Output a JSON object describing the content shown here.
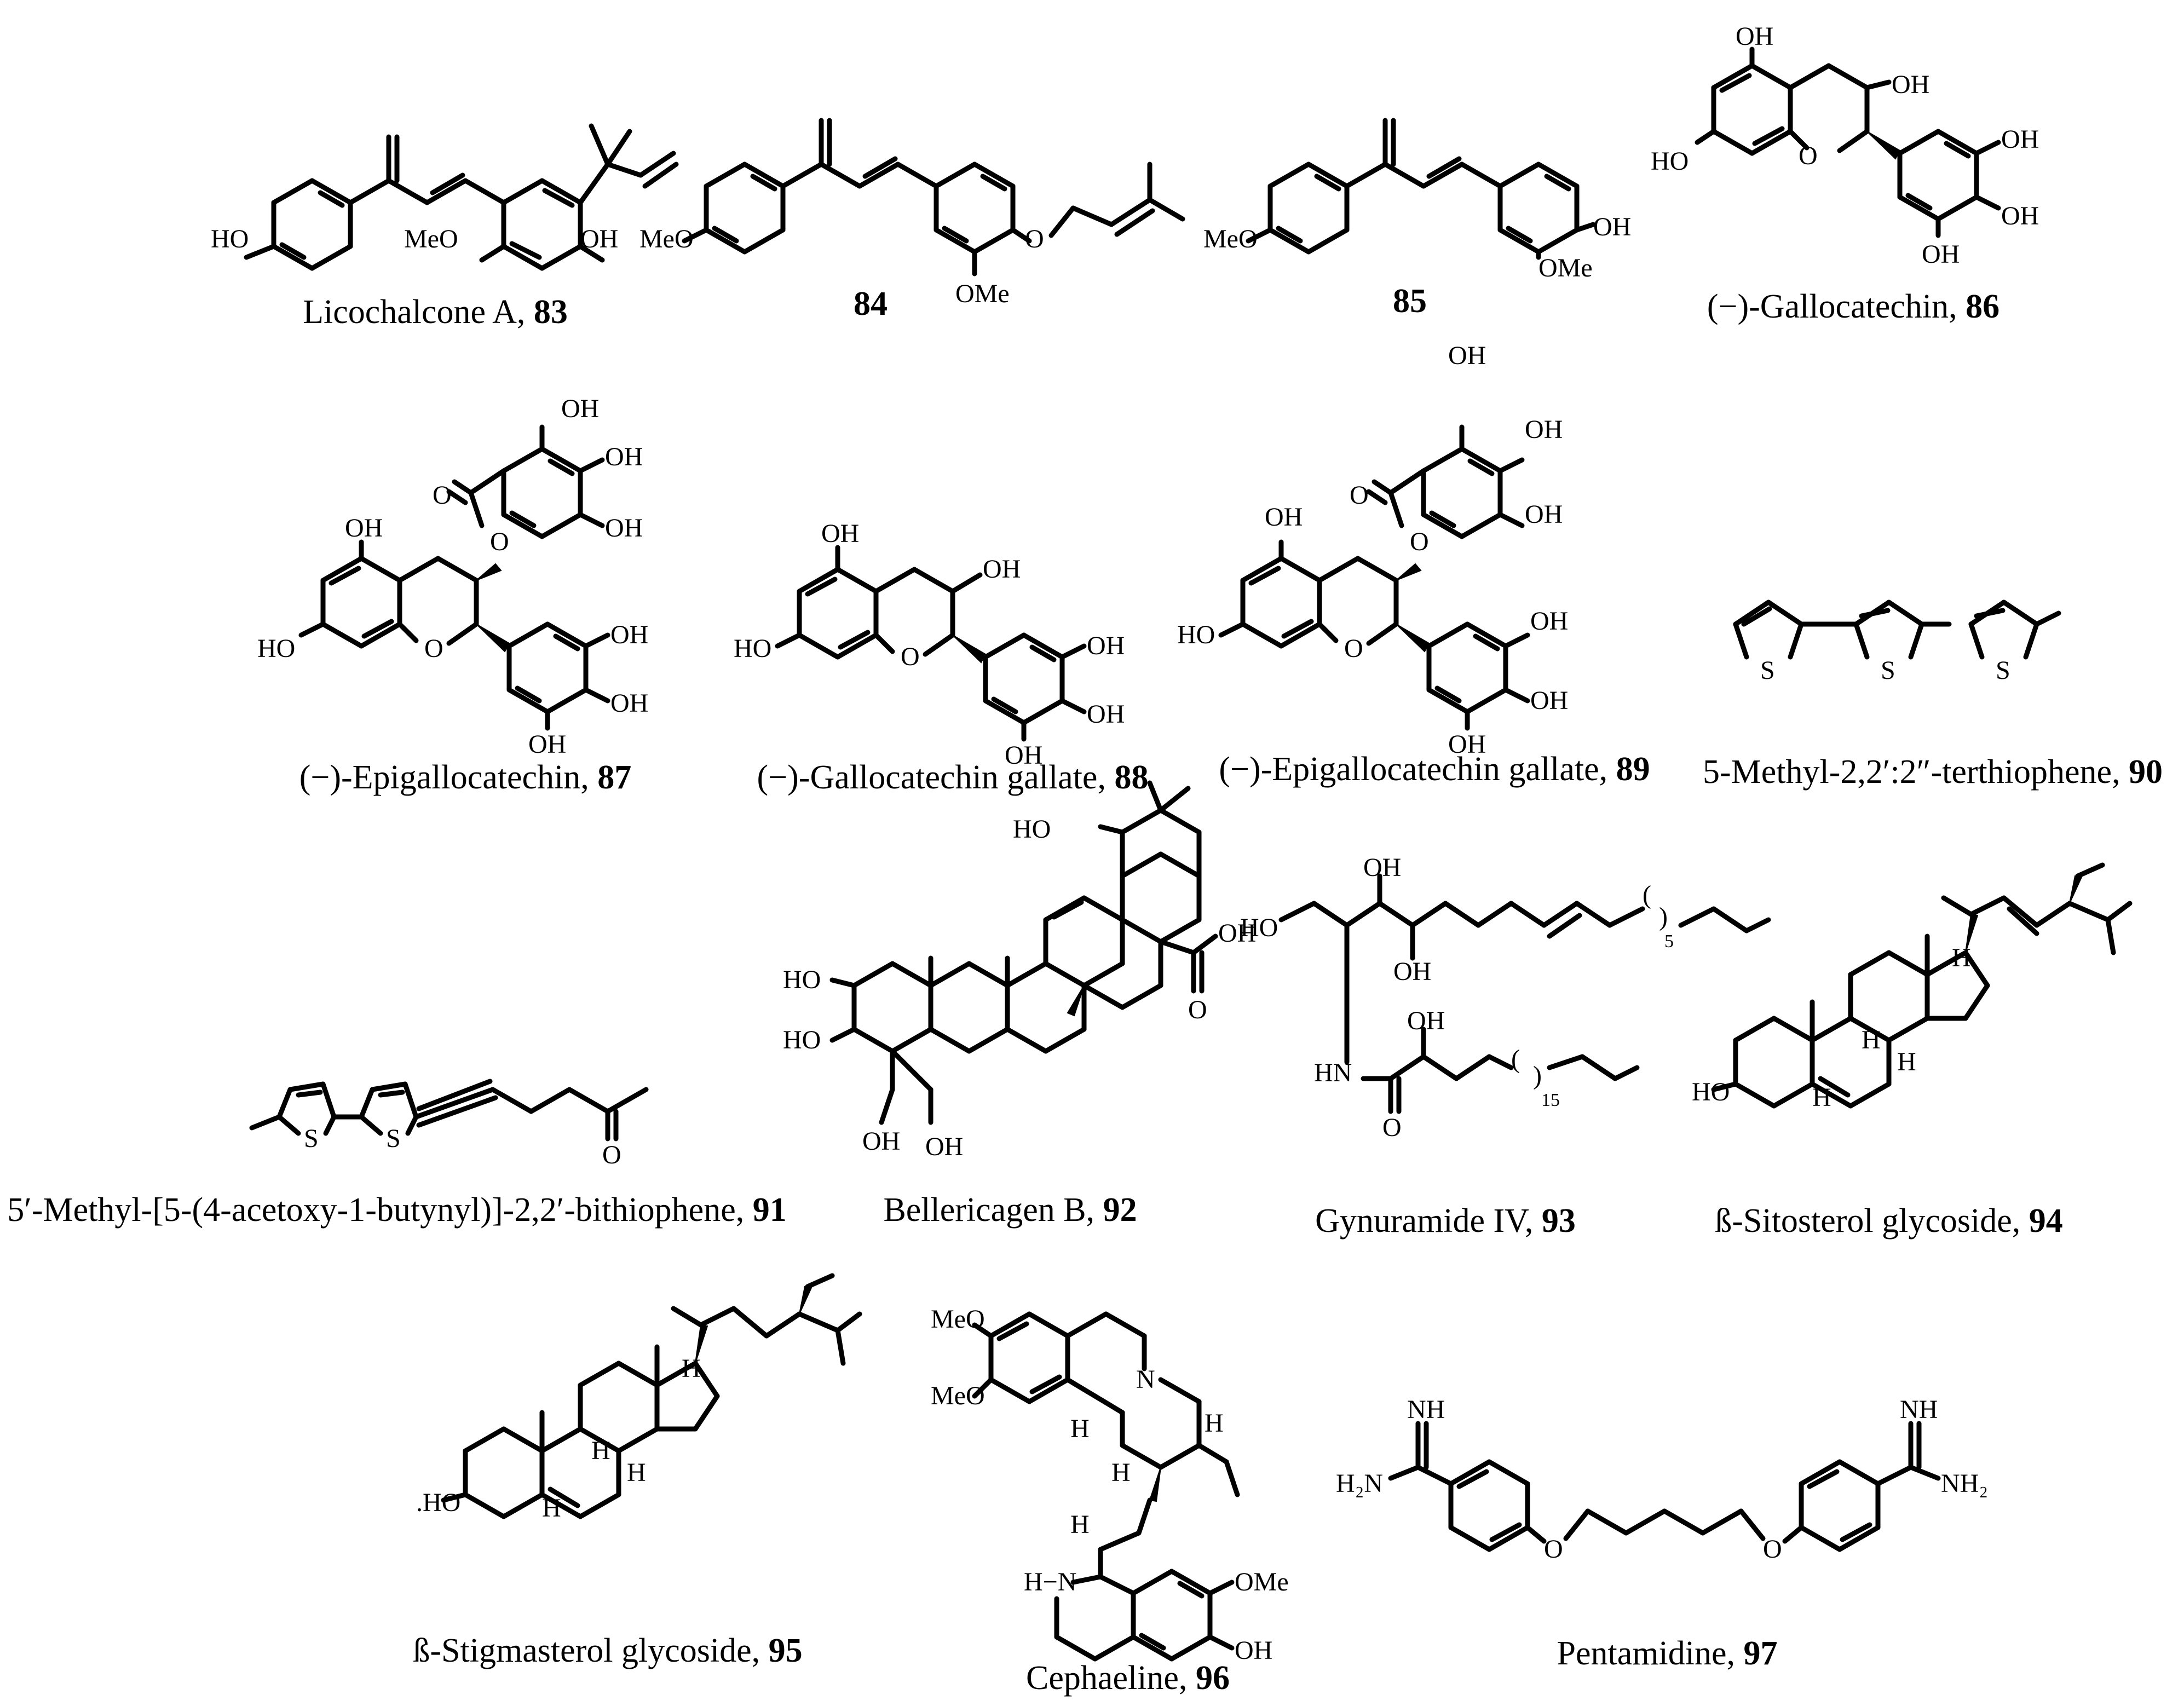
{
  "compounds": [
    {
      "id": "c83",
      "name": "Licochalcone A, ",
      "number": "83",
      "atoms": [
        "HO",
        "MeO",
        "OH"
      ]
    },
    {
      "id": "c84",
      "name": "",
      "number": "84",
      "atoms": [
        "MeO",
        "OMe"
      ]
    },
    {
      "id": "c85",
      "name": "",
      "number": "85",
      "atoms": [
        "MeO",
        "OH",
        "OMe"
      ]
    },
    {
      "id": "c86",
      "name": "(−)-Gallocatechin, ",
      "number": "86",
      "atoms": [
        "OH",
        "OH",
        "HO",
        "O",
        "OH",
        "OH",
        "OH"
      ]
    },
    {
      "id": "c87",
      "name": "(−)-Epigallocatechin,",
      "number": " 87",
      "atoms": [
        "OH",
        "OH",
        "OH",
        "O",
        "O",
        "OH",
        "HO",
        "O",
        "OH",
        "OH",
        "OH"
      ]
    },
    {
      "id": "c88",
      "name": "(−)-Gallocatechin gallate, ",
      "number": "88",
      "atoms": [
        "OH",
        "OH",
        "HO",
        "O",
        "OH",
        "OH",
        "OH"
      ]
    },
    {
      "id": "c89",
      "name": "(−)-Epigallocatechin gallate,",
      "number": " 89",
      "atoms": [
        "OH",
        "OH",
        "OH",
        "O",
        "O",
        "OH",
        "HO",
        "O",
        "OH",
        "OH",
        "OH"
      ]
    },
    {
      "id": "c90",
      "name": "5-Methyl-2,2′:2″-terthiophene,",
      "number": " 90",
      "atoms": [
        "S",
        "S",
        "S"
      ]
    },
    {
      "id": "c91",
      "name": "5′-Methyl-[5-(4-acetoxy-1-butynyl)]-2,2′-bithiophene,",
      "number": " 91",
      "atoms": [
        "S",
        "S",
        "O"
      ]
    },
    {
      "id": "c92",
      "name": "Bellericagen B, ",
      "number": "92",
      "atoms": [
        "HO",
        "OH",
        "O",
        "HO",
        "HO",
        "OH",
        "OH"
      ]
    },
    {
      "id": "c93",
      "name": "Gynuramide IV, ",
      "number": "93",
      "atoms": [
        "OH",
        "HO",
        "OH",
        "5",
        "HN",
        "OH",
        "O",
        "15"
      ]
    },
    {
      "id": "c94",
      "name": "ß-Sitosterol glycoside, ",
      "number": "94",
      "atoms": [
        "H",
        "H",
        "H",
        "H",
        "HO"
      ]
    },
    {
      "id": "c95",
      "name": "ß-Stigmasterol glycoside, ",
      "number": "95",
      "atoms": [
        "H",
        "H",
        "H",
        "H",
        ".HO"
      ]
    },
    {
      "id": "c96",
      "name": "Cephaeline, ",
      "number": "96",
      "atoms": [
        "MeO",
        "MeO",
        "N",
        "H",
        "H",
        "H",
        "H",
        "H−N",
        "OMe",
        "OH"
      ]
    },
    {
      "id": "c97",
      "name": "Pentamidine, ",
      "number": "97",
      "atoms": [
        "NH",
        "H₂N",
        "O",
        "O",
        "NH",
        "NH₂"
      ]
    }
  ]
}
